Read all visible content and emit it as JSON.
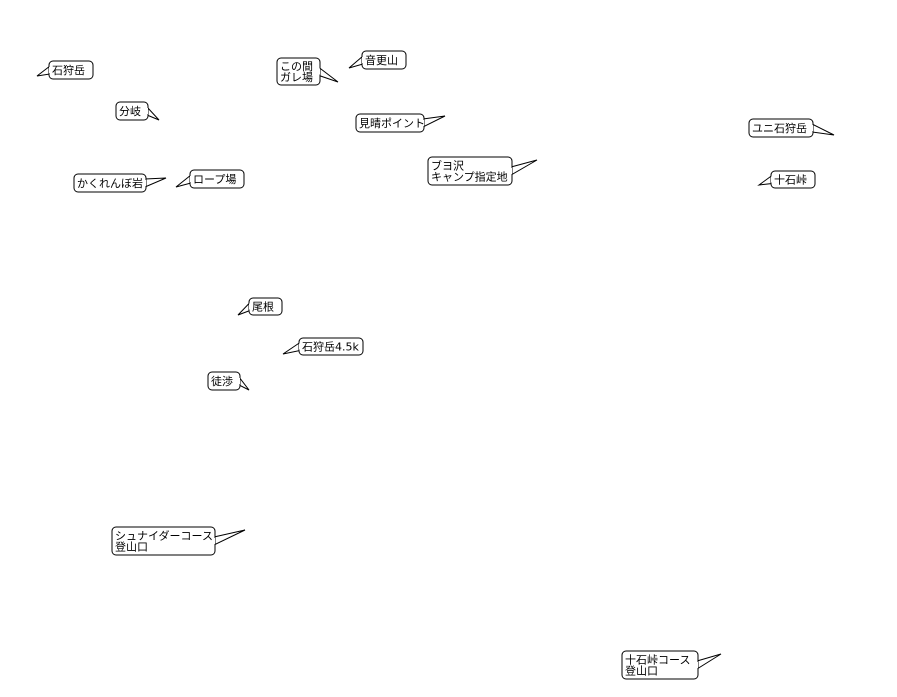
{
  "map": {
    "background_color": "#ffffff",
    "label_border_color": "#000000",
    "text_color": "#000000"
  },
  "labels": [
    {
      "id": "ishikari-dake",
      "lines": [
        "石狩岳"
      ]
    },
    {
      "id": "kono-aida-garebaba",
      "lines": [
        "この間",
        "ガレ場"
      ]
    },
    {
      "id": "otofukeyama",
      "lines": [
        "音更山"
      ]
    },
    {
      "id": "bunki",
      "lines": [
        "分岐"
      ]
    },
    {
      "id": "miharashi-point",
      "lines": [
        "見晴ポイント"
      ]
    },
    {
      "id": "uni-ishikari-dake",
      "lines": [
        "ユニ石狩岳"
      ]
    },
    {
      "id": "buyosawa-camp",
      "lines": [
        "ブヨ沢",
        "キャンプ指定地"
      ]
    },
    {
      "id": "kakurenbo-iwa",
      "lines": [
        "かくれんぼ岩"
      ]
    },
    {
      "id": "rope-ba",
      "lines": [
        "ロープ場"
      ]
    },
    {
      "id": "jikkoku-toge",
      "lines": [
        "十石峠"
      ]
    },
    {
      "id": "one",
      "lines": [
        "尾根"
      ]
    },
    {
      "id": "ishikari-dake-4-5k",
      "lines": [
        "石狩岳4.5k"
      ]
    },
    {
      "id": "toshō",
      "lines": [
        "徒渉"
      ]
    },
    {
      "id": "schneider-trailhead",
      "lines": [
        "シュナイダーコース",
        "登山口"
      ]
    },
    {
      "id": "jikkoku-trailhead",
      "lines": [
        "十石峠コース",
        "登山口"
      ]
    }
  ]
}
